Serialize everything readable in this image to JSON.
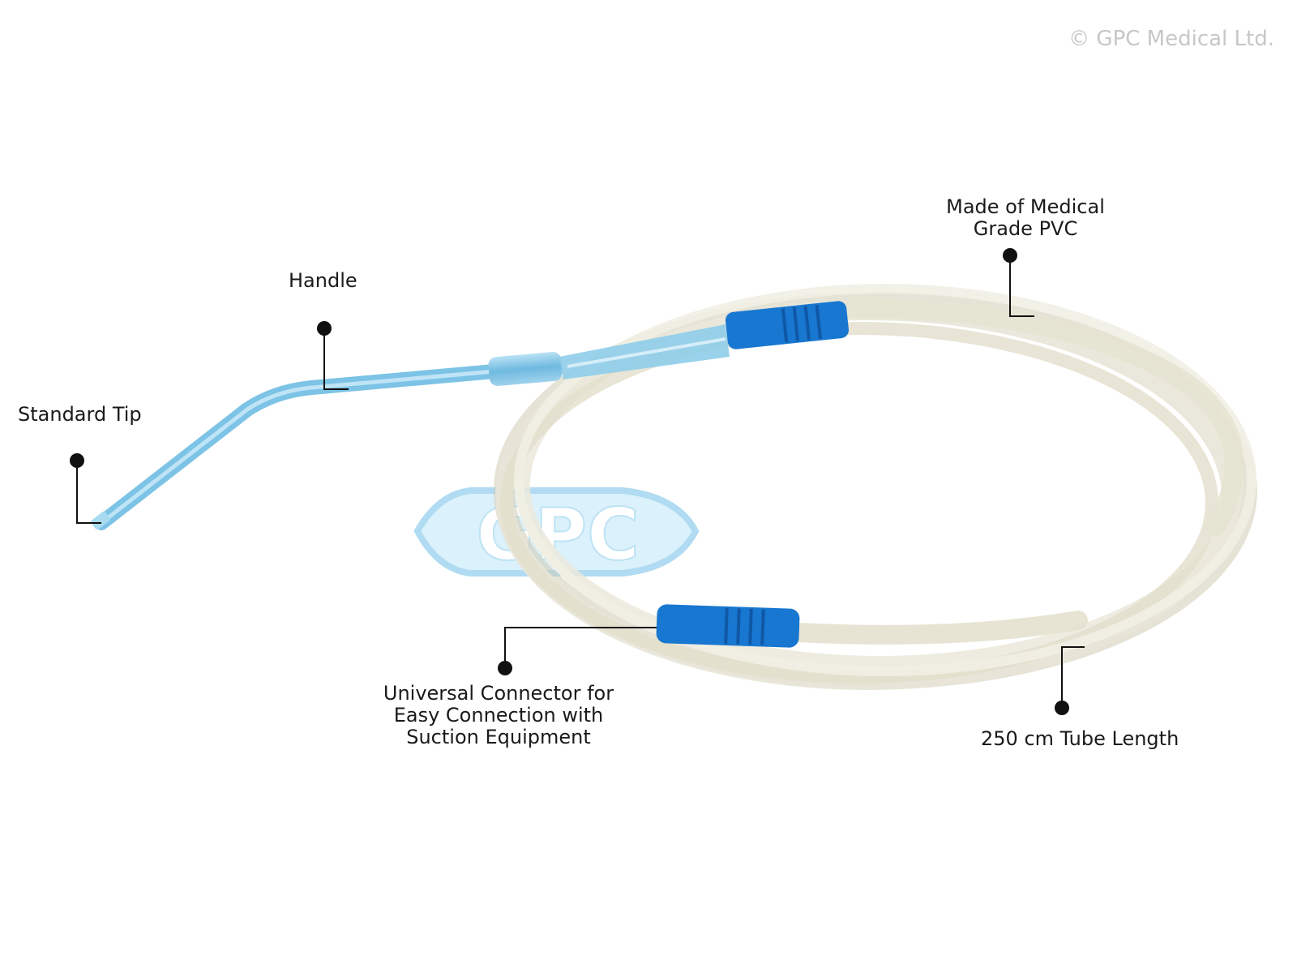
{
  "copyright": "© GPC Medical Ltd.",
  "watermark": {
    "text": "GPC"
  },
  "labels": {
    "standard_tip": "Standard Tip",
    "handle": "Handle",
    "material": {
      "line1": "Made of Medical",
      "line2": "Grade PVC"
    },
    "connector": {
      "line1": "Universal Connector for",
      "line2": "Easy Connection with",
      "line3": "Suction Equipment"
    },
    "tube_length": "250 cm Tube Length"
  },
  "colors": {
    "tube": "#e8e6d8",
    "tube_shadow": "#cfcbb4",
    "tip_blue": "#7cc3e6",
    "connector_blue": "#1877d0",
    "leader": "#111111",
    "watermark_fill": "#d8f0fb",
    "watermark_stroke": "#a8d8f1"
  }
}
